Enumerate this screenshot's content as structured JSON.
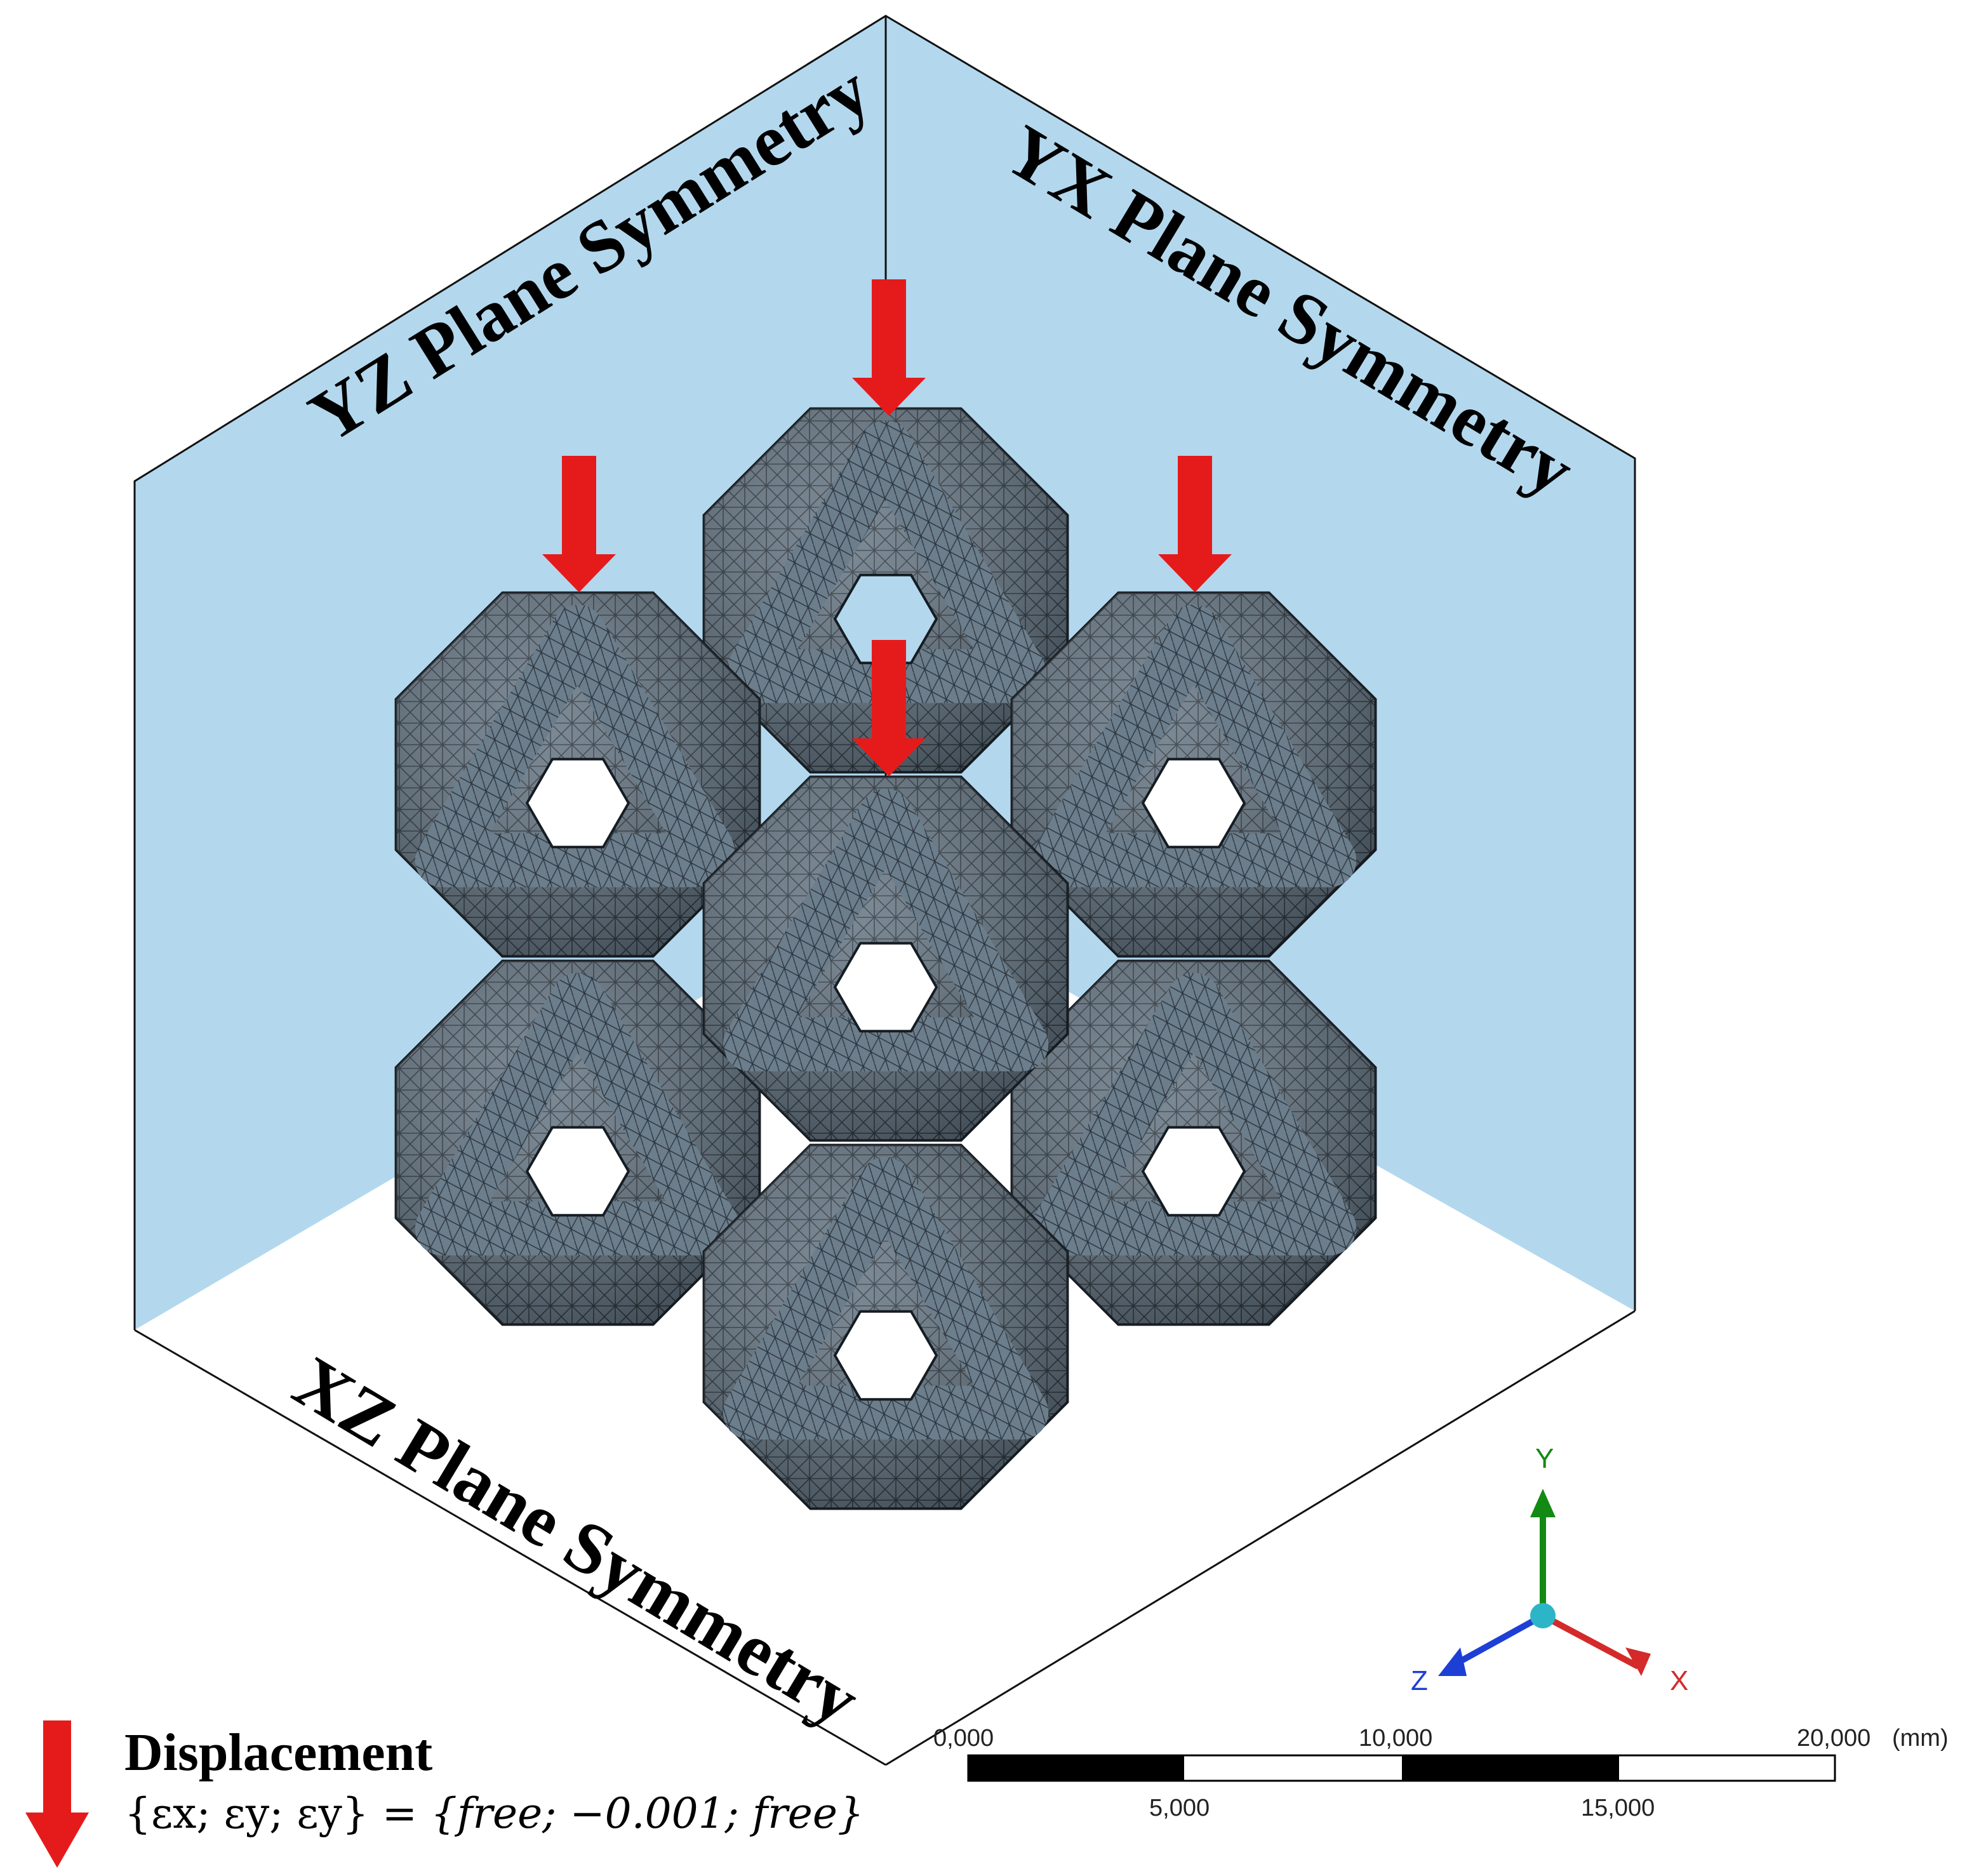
{
  "planes": {
    "yz_label": "YZ Plane Symmetry",
    "yx_label": "YX Plane Symmetry",
    "xz_label": "XZ Plane Symmetry"
  },
  "legend": {
    "title": "Displacement",
    "equation_lhs": "{εx; εy; εy}",
    "equation_rhs": "{free; −0.001; free}"
  },
  "triad": {
    "y": "Y",
    "x": "X",
    "z": "Z"
  },
  "scale_bar": {
    "unit": "(mm)",
    "top_ticks": [
      "0,000",
      "10,000",
      "20,000"
    ],
    "bottom_ticks": [
      "5,000",
      "15,000"
    ]
  },
  "colors": {
    "symmetry_plane": "#b3d8ee",
    "mesh_body": "#5e6f7d",
    "mesh_lines": "#1a222a",
    "load_arrow": "#e51b1b",
    "axis_y": "#138a13",
    "axis_x": "#d42a2a",
    "axis_z": "#1d3fd6",
    "origin": "#2bb5c7"
  },
  "icons": [
    "displacement-arrow-icon",
    "coordinate-triad-icon",
    "scale-bar-icon"
  ]
}
